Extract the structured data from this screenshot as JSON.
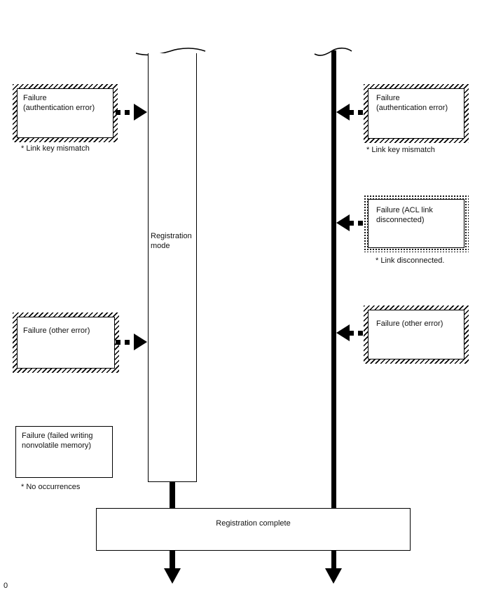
{
  "page": {
    "marker": "0"
  },
  "colors": {
    "ink": "#000000",
    "paper": "#ffffff"
  },
  "lifelines": {
    "registration_mode_label": "Registration\nmode"
  },
  "failures": {
    "left_auth": {
      "text": "Failure\n(authentication error)",
      "note": "* Link key mismatch"
    },
    "left_other": {
      "text": "Failure (other error)"
    },
    "left_nvm": {
      "text": "Failure (failed writing\nnonvolatile memory)",
      "note": "* No occurrences"
    },
    "right_auth": {
      "text": "Failure\n(authentication error)",
      "note": "* Link key mismatch"
    },
    "right_acl": {
      "text": "Failure (ACL link\ndisconnected)",
      "note": "* Link disconnected."
    },
    "right_other": {
      "text": "Failure (other error)"
    }
  },
  "footer": {
    "registration_complete": "Registration complete"
  }
}
